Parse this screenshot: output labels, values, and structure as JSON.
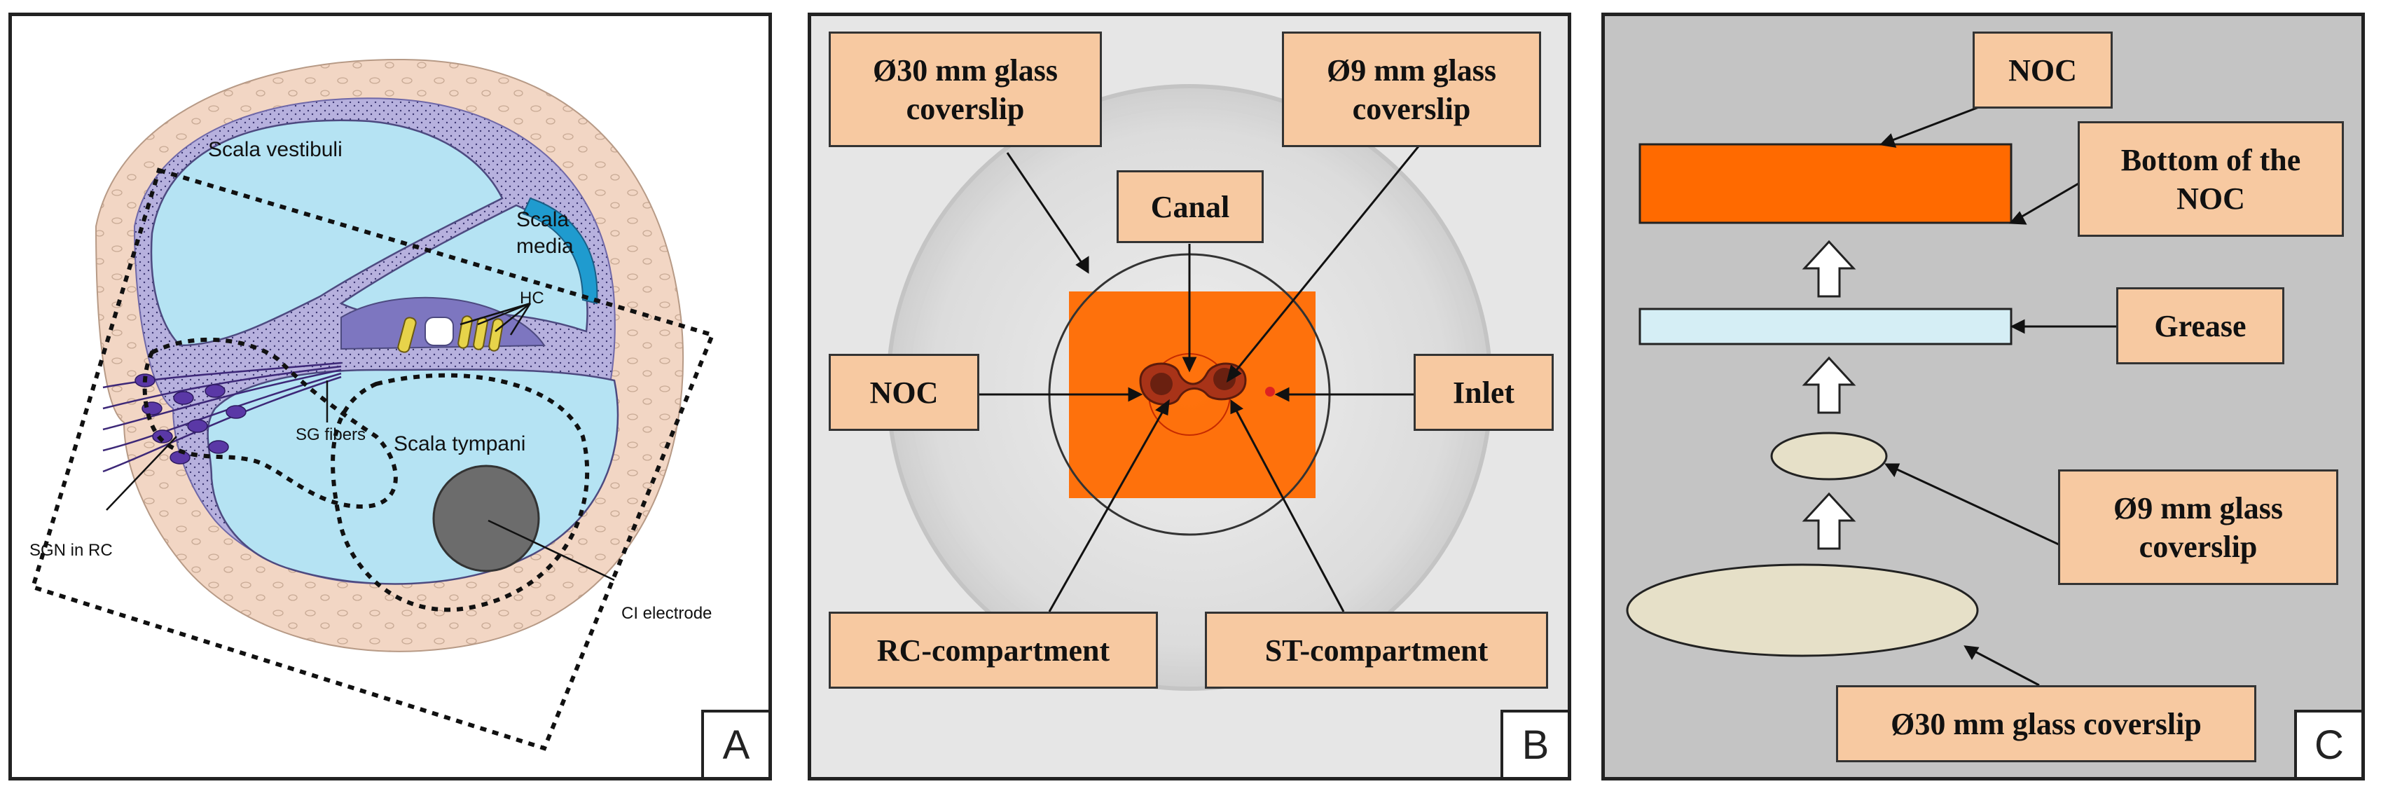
{
  "panels": {
    "a": {
      "letter": "A",
      "labels": {
        "scala_vestibuli": "Scala vestibuli",
        "scala_media_1": "Scala",
        "scala_media_2": "media",
        "hc": "HC",
        "sg_fibers": "SG fibers",
        "scala_tympani": "Scala tympani",
        "sgn_in_rc": "SGN in RC",
        "ci_electrode": "CI electrode"
      }
    },
    "b": {
      "letter": "B",
      "labels": {
        "coverslip30": "Ø30 mm glass\ncoverslip",
        "coverslip9": "Ø9 mm glass\ncoverslip",
        "canal": "Canal",
        "noc": "NOC",
        "inlet": "Inlet",
        "rc_compartment": "RC-compartment",
        "st_compartment": "ST-compartment"
      }
    },
    "c": {
      "letter": "C",
      "labels": {
        "noc": "NOC",
        "bottom_noc": "Bottom of the\nNOC",
        "grease": "Grease",
        "coverslip9": "Ø9 mm glass\ncoverslip",
        "coverslip30": "Ø30 mm glass coverslip"
      }
    }
  },
  "colors": {
    "scala_fluid": "#b5e3f3",
    "bone": "#f2d6c4",
    "tissue": "#b7b1de",
    "hair_cell": "#e7d34a",
    "stria": "#1f9bcf",
    "neuron": "#5a38a6",
    "electrode": "#6c6c6c",
    "label_box": "#f7c9a1",
    "noc_orange": "#ff6a00",
    "grease": "#d5eef5",
    "coverslip": "#e6e0c8"
  }
}
